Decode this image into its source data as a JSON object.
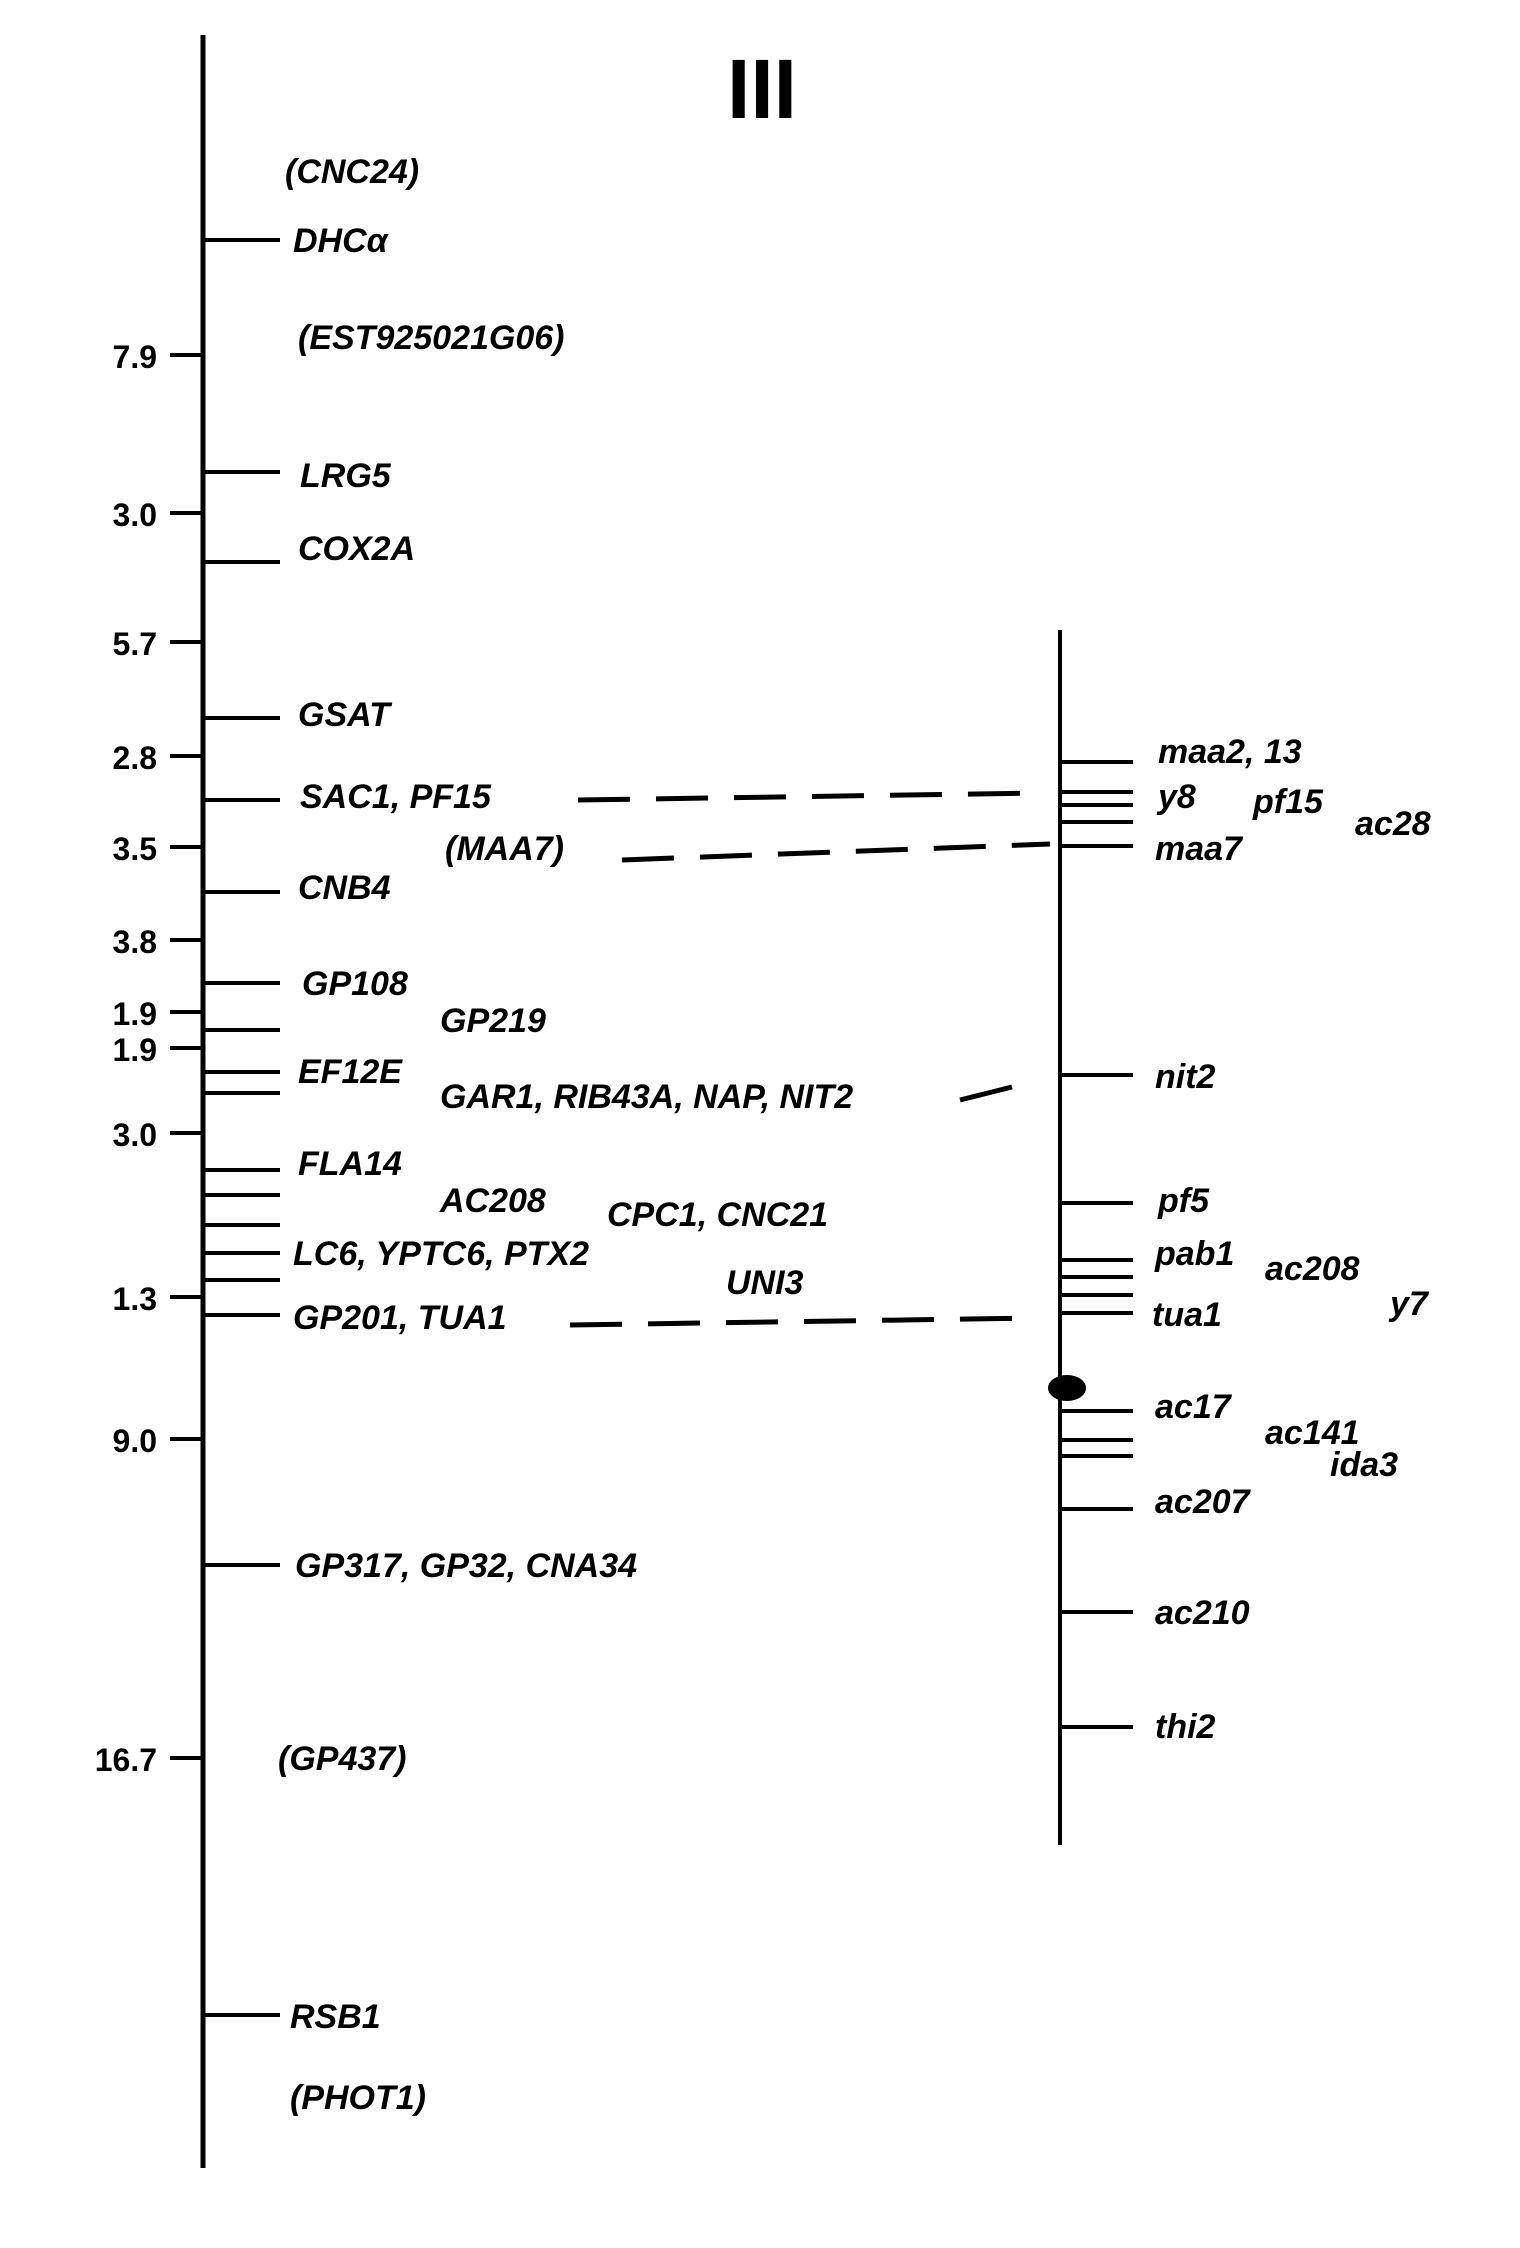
{
  "title": "III",
  "left_map": {
    "distances": [
      "7.9",
      "3.0",
      "5.7",
      "2.8",
      "3.5",
      "3.8",
      "1.9",
      "1.9",
      "3.0",
      "1.3",
      "9.0",
      "16.7"
    ],
    "labels": [
      "(CNC24)",
      "DHCα",
      "(EST925021G06)",
      "LRG5",
      "COX2A",
      "GSAT",
      "SAC1, PF15",
      "(MAA7)",
      "CNB4",
      "GP108",
      "GP219",
      "EF12E",
      "GAR1, RIB43A, NAP, NIT2",
      "FLA14",
      "AC208",
      "CPC1, CNC21",
      "LC6, YPTC6, PTX2",
      "UNI3",
      "GP201, TUA1",
      "GP317, GP32, CNA34",
      "(GP437)",
      "RSB1",
      "(PHOT1)"
    ]
  },
  "right_map": {
    "labels": [
      "maa2, 13",
      "y8",
      "pf15",
      "ac28",
      "maa7",
      "nit2",
      "pf5",
      "pab1",
      "ac208",
      "y7",
      "tua1",
      "ac17",
      "ac141",
      "ida3",
      "ac207",
      "ac210",
      "thi2"
    ]
  }
}
